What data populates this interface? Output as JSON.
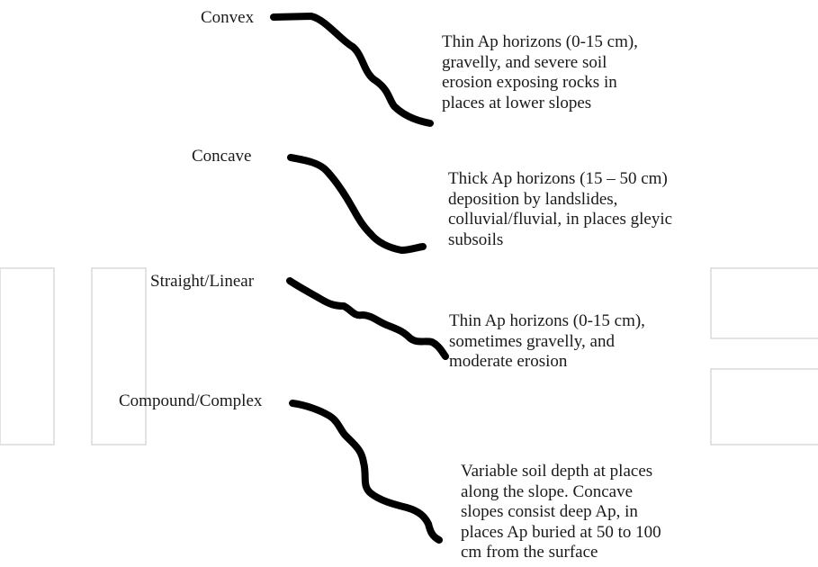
{
  "slopes": [
    {
      "name": "Convex",
      "description": [
        "Thin Ap horizons (0-15 cm),",
        "gravelly, and severe soil",
        "erosion exposing rocks in",
        "places at lower slopes"
      ]
    },
    {
      "name": "Concave",
      "description": [
        "Thick Ap horizons (15 – 50 cm)",
        "deposition by landslides,",
        "colluvial/fluvial, in places gleyic",
        "subsoils"
      ]
    },
    {
      "name": "Straight/Linear",
      "description": [
        "Thin Ap horizons (0-15 cm),",
        "sometimes gravelly, and",
        "moderate erosion"
      ]
    },
    {
      "name": "Compound/Complex",
      "description": [
        "Variable soil depth at places",
        "along the slope. Concave",
        "slopes consist deep Ap, in",
        "places Ap buried at 50 to 100",
        "cm from the surface"
      ]
    }
  ],
  "colors": {
    "curve": "#000000",
    "watermark": "#e6e6e6",
    "text": "#1a1a1a"
  }
}
